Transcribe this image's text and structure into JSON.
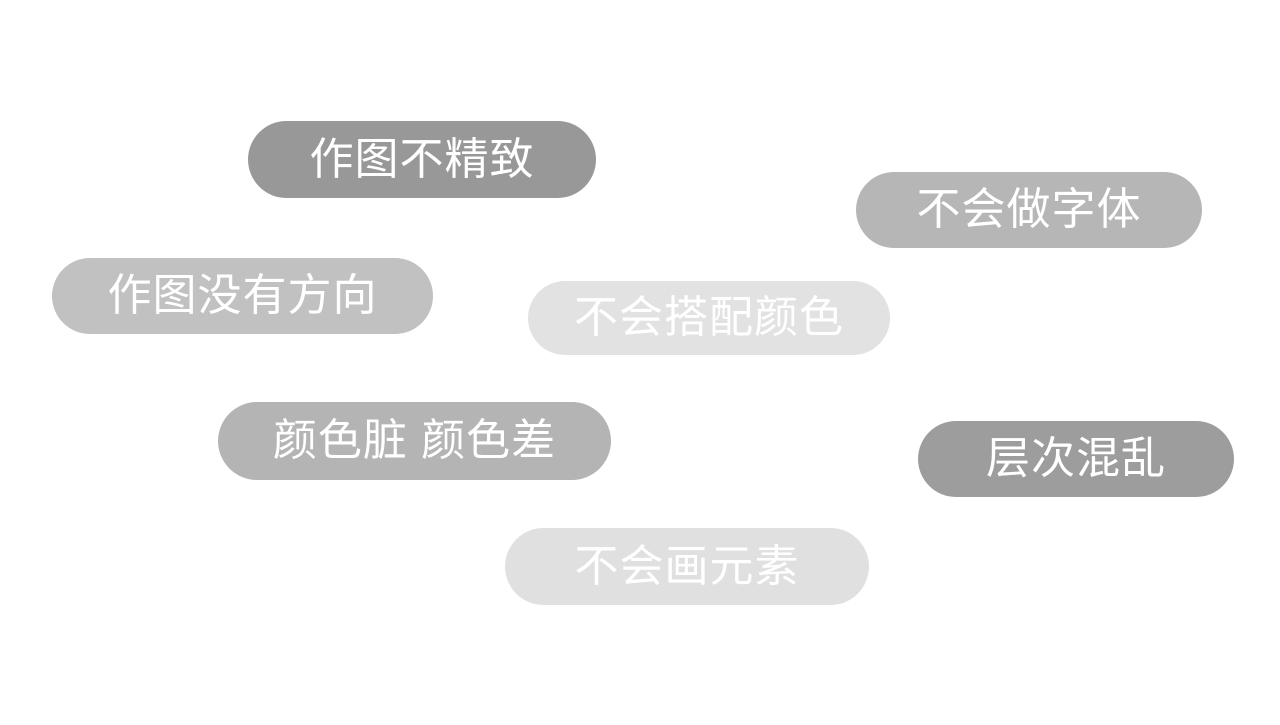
{
  "page": {
    "background_color": "#ffffff",
    "text_color": "#ffffff"
  },
  "bubbles": [
    {
      "label": "作图不精致",
      "color": "#989898"
    },
    {
      "label": "不会做字体",
      "color": "#b6b6b6"
    },
    {
      "label": "作图没有方向",
      "color": "#c1c1c1"
    },
    {
      "label": "不会搭配颜色",
      "color": "#e2e2e2"
    },
    {
      "label": "颜色脏 颜色差",
      "color": "#b4b4b4"
    },
    {
      "label": "层次混乱",
      "color": "#9d9d9d"
    },
    {
      "label": "不会画元素",
      "color": "#e0e0e0"
    }
  ]
}
